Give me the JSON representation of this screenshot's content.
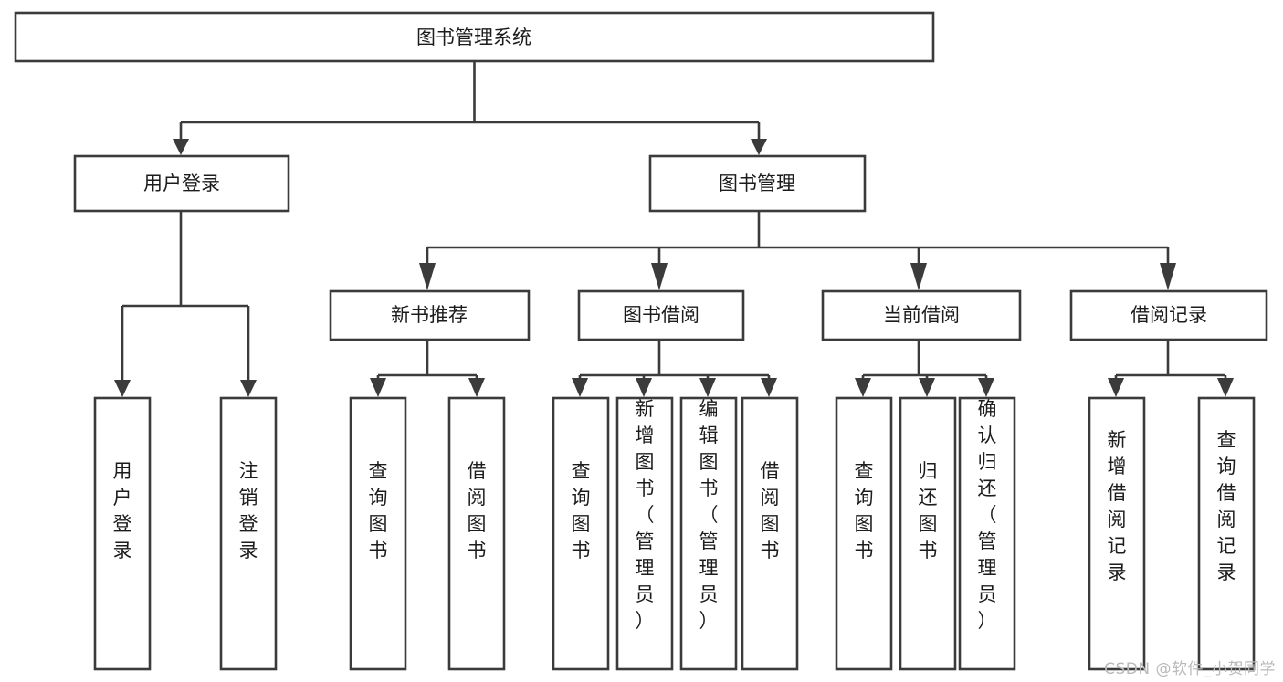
{
  "diagram": {
    "kind": "tree-hierarchy-chart",
    "orientation": "top-down",
    "background_color": "#ffffff",
    "line_color": "#3b3b3b",
    "text_color": "#1c1c1c",
    "root": {
      "id": "root",
      "label": "图书管理系统",
      "text_mode": "horizontal"
    },
    "level2": [
      {
        "id": "user-login",
        "label": "用户登录",
        "text_mode": "horizontal"
      },
      {
        "id": "book-management",
        "label": "图书管理",
        "text_mode": "horizontal"
      }
    ],
    "level3": [
      {
        "id": "new-book-recommend",
        "label": "新书推荐",
        "text_mode": "horizontal",
        "parent": "book-management"
      },
      {
        "id": "book-borrow",
        "label": "图书借阅",
        "text_mode": "horizontal",
        "parent": "book-management"
      },
      {
        "id": "current-borrow",
        "label": "当前借阅",
        "text_mode": "horizontal",
        "parent": "book-management"
      },
      {
        "id": "borrow-records",
        "label": "借阅记录",
        "text_mode": "horizontal",
        "parent": "book-management"
      }
    ],
    "leaves": [
      {
        "id": "leaf-user-login",
        "label": "用户登录",
        "text_mode": "vertical",
        "parent": "user-login"
      },
      {
        "id": "leaf-logout-login",
        "label": "注销登录",
        "text_mode": "vertical",
        "parent": "user-login"
      },
      {
        "id": "leaf-query-books-rec",
        "label": "查询图书",
        "text_mode": "vertical",
        "parent": "new-book-recommend"
      },
      {
        "id": "leaf-borrow-books-rec",
        "label": "借阅图书",
        "text_mode": "vertical",
        "parent": "new-book-recommend"
      },
      {
        "id": "leaf-query-books-borrow",
        "label": "查询图书",
        "text_mode": "vertical",
        "parent": "book-borrow"
      },
      {
        "id": "leaf-add-book-admin",
        "label": "新增图书（管理员）",
        "text_mode": "vertical",
        "parent": "book-borrow"
      },
      {
        "id": "leaf-edit-book-admin",
        "label": "编辑图书（管理员）",
        "text_mode": "vertical",
        "parent": "book-borrow"
      },
      {
        "id": "leaf-borrow-book",
        "label": "借阅图书",
        "text_mode": "vertical",
        "parent": "book-borrow"
      },
      {
        "id": "leaf-query-books-current",
        "label": "查询图书",
        "text_mode": "vertical",
        "parent": "current-borrow"
      },
      {
        "id": "leaf-return-book",
        "label": "归还图书",
        "text_mode": "vertical",
        "parent": "current-borrow"
      },
      {
        "id": "leaf-confirm-return-admin",
        "label": "确认归还（管理员）",
        "text_mode": "vertical",
        "parent": "current-borrow"
      },
      {
        "id": "leaf-add-borrow-record",
        "label": "新增借阅记录",
        "text_mode": "vertical",
        "parent": "borrow-records"
      },
      {
        "id": "leaf-query-borrow-record",
        "label": "查询借阅记录",
        "text_mode": "vertical",
        "parent": "borrow-records"
      }
    ]
  },
  "watermark": {
    "text": "CSDN @软件_小贺同学",
    "color": "#b9b9b9"
  }
}
